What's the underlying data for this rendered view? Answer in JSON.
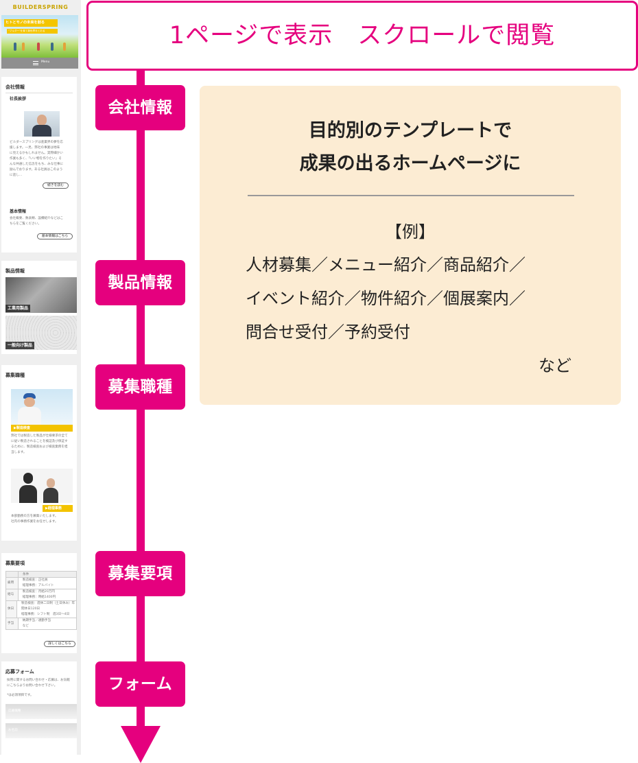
{
  "headline": "1ページで表示　スクロールで閲覧",
  "steps": [
    "会社情報",
    "製品情報",
    "募集職種",
    "募集要項",
    "フォーム"
  ],
  "card": {
    "title_line1": "目的別のテンプレートで",
    "title_line2": "成果の出るホームページに",
    "example_label": "【例】",
    "example_lines": [
      "人材募集／メニュー紹介／商品紹介／",
      "イベント紹介／物件紹介／個展案内／",
      "問合せ受付／予約受付"
    ],
    "etc": "など"
  },
  "phone": {
    "logo": "BUILDERSPRING",
    "hero_banner": "ヒトとモノの未来を創る",
    "hero_sub": "\"ブルダー\"を育て新世界をとおる",
    "menu_label": "Menu",
    "company": {
      "heading": "会社情報",
      "greeting": "社長挨拶",
      "greeting_text": [
        "ビルダースプリングは産業界の夢を応",
        "援します。一見、弊社の事業は地味",
        "に見えるかもしれません。実際細かい",
        "作業も多く、「いい物を作りたい」そ",
        "んな共通した信念をもち、みな仕事に",
        "励んでおります。ある社員はこのよう",
        "に話し…"
      ],
      "more_button": "続きを読む",
      "basic_heading": "基本情報",
      "basic_text": [
        "会社概要、数表類、設備紹介などはこ",
        "ちらをご覧ください。"
      ],
      "basic_button": "基本情報はこちら"
    },
    "products": {
      "heading": "製品情報",
      "item1": "工業用製品",
      "item2": "一般向け製品"
    },
    "jobs": {
      "heading": "募集職種",
      "job1_label": "▶製造検査",
      "job1_text": [
        "弊社では製造した製品が仕様要求の全て",
        "に従い製造されることを検証及び保証す",
        "るために、製造検査および検査業務を担",
        "当します。"
      ],
      "job2_label": "▶経理事務",
      "job2_text": [
        "本部勤務の方を募集いたします。",
        "社内の事務作業をお任せします。"
      ]
    },
    "requirements": {
      "heading": "募集要項",
      "table_header": "条件",
      "rows": [
        {
          "head": "雇用",
          "lines": [
            "製造検査：正社員",
            "経理事務：アルバイト"
          ]
        },
        {
          "head": "給与",
          "lines": [
            "製造検査：月給20万円",
            "経理事務：時給1400円"
          ]
        },
        {
          "head": "休日",
          "lines": [
            "製造検査：週休二日制（土日休み）年",
            "間休日120日",
            "経理事務：シフト制　週3日〜4日"
          ]
        },
        {
          "head": "手当",
          "lines": [
            "納期手当／通勤手当",
            "など"
          ]
        }
      ],
      "button": "詳しくはこちら"
    },
    "form": {
      "heading": "応募フォーム",
      "text": [
        "採用に関するお問い合わせ・応募は、お気軽",
        "にこちらよりお問い合わせ下さい。"
      ],
      "note": "*は必須項目です。",
      "field1": "応募職種",
      "field2": "お名前"
    }
  }
}
